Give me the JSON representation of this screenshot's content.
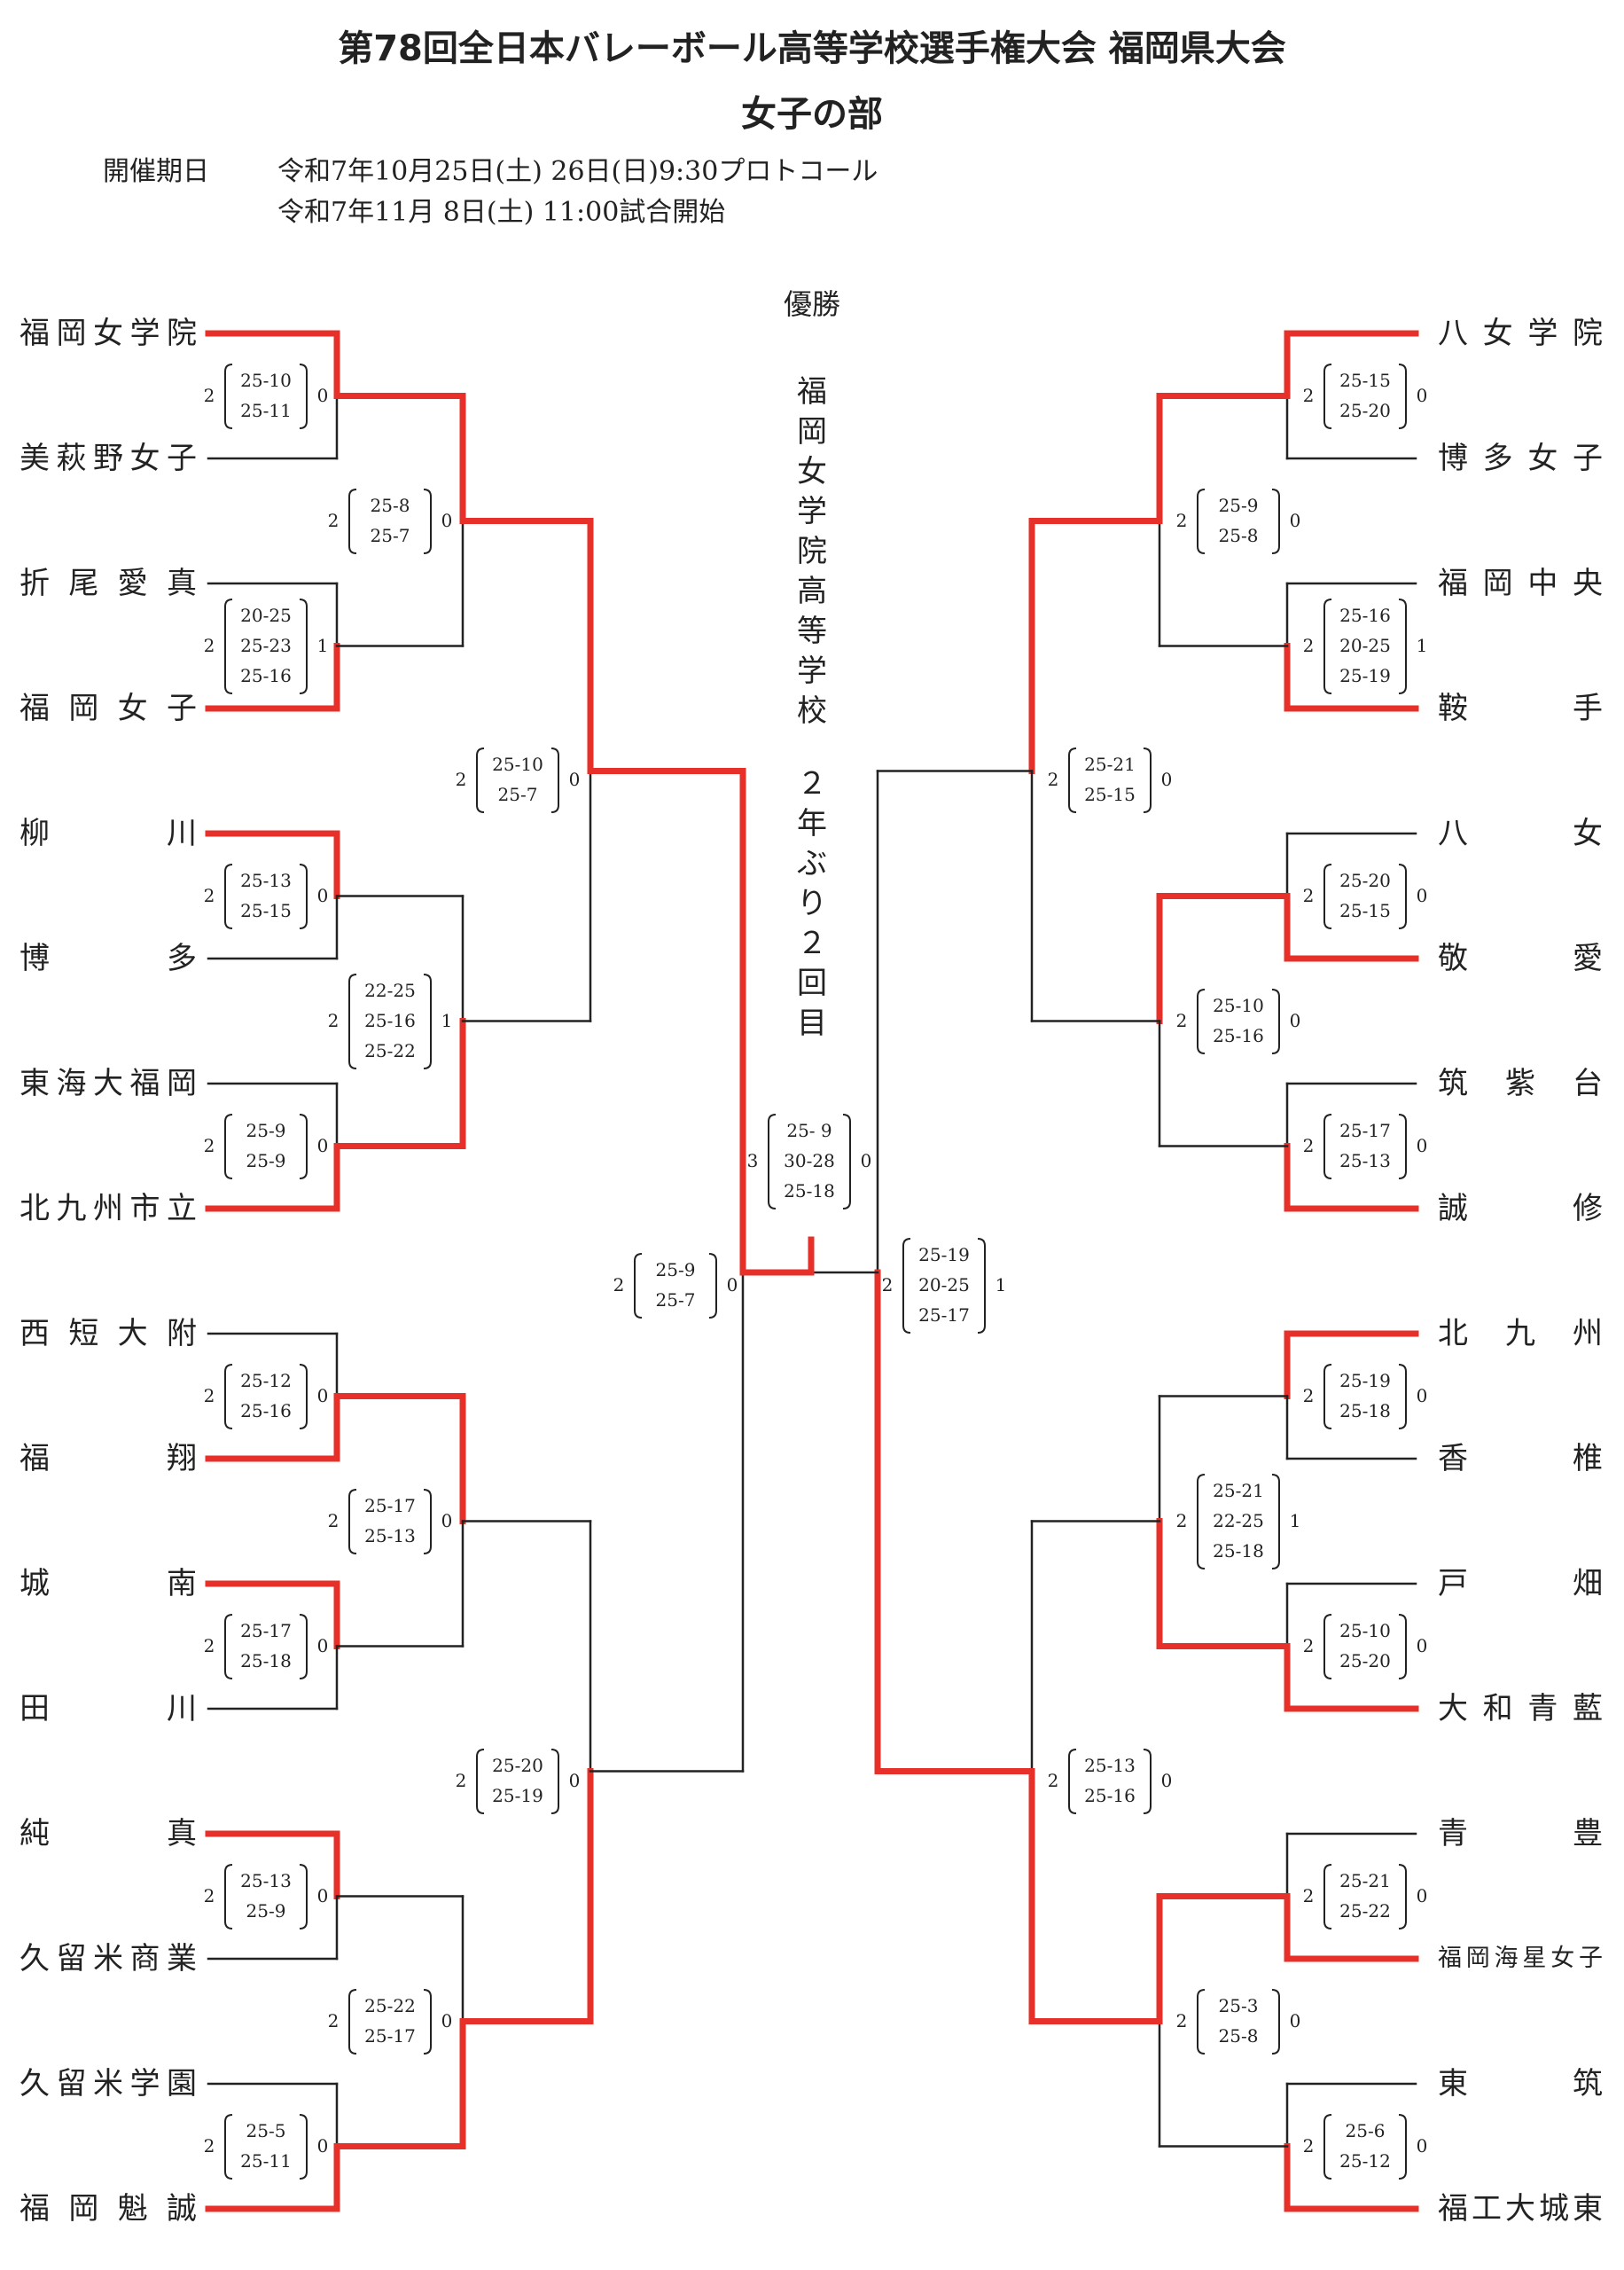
{
  "header": {
    "title": "第78回全日本バレーボール高等学校選手権大会 福岡県大会",
    "subtitle": "女子の部",
    "date_label": "開催期日",
    "date_line1": "令和7年10月25日(土) 26日(日)9:30プロトコール",
    "date_line2": "令和7年11月 8日(土) 11:00試合開始"
  },
  "champion": {
    "label": "優勝",
    "name": "福岡女学院高等学校",
    "note": "２年ぶり２回目"
  },
  "colors": {
    "winner": "#e8302a",
    "line": "#222222"
  },
  "left_teams": [
    "福岡女学院",
    "美萩野女子",
    "折尾愛真",
    "福岡女子",
    "柳川",
    "博多",
    "東海大福岡",
    "北九州市立",
    "西短大附",
    "福翔",
    "城南",
    "田川",
    "純真",
    "久留米商業",
    "久留米学園",
    "福岡魁誠"
  ],
  "right_teams": [
    "八女学院",
    "博多女子",
    "福岡中央",
    "鞍手",
    "八女",
    "敬愛",
    "筑紫台",
    "誠修",
    "北九州",
    "香椎",
    "戸畑",
    "大和青藍",
    "青豊",
    "福岡海星女子",
    "東筑",
    "福工大城東"
  ],
  "matches": {
    "L1_1": {
      "sets": [
        "25-10",
        "25-11"
      ],
      "left": "2",
      "right": "0"
    },
    "L1_2": {
      "sets": [
        "20-25",
        "25-23",
        "25-16"
      ],
      "left": "2",
      "right": "1"
    },
    "L1_3": {
      "sets": [
        "25-13",
        "25-15"
      ],
      "left": "2",
      "right": "0"
    },
    "L1_4": {
      "sets": [
        "25-9",
        "25-9"
      ],
      "left": "2",
      "right": "0"
    },
    "L1_5": {
      "sets": [
        "25-12",
        "25-16"
      ],
      "left": "2",
      "right": "0"
    },
    "L1_6": {
      "sets": [
        "25-17",
        "25-18"
      ],
      "left": "2",
      "right": "0"
    },
    "L1_7": {
      "sets": [
        "25-13",
        "25-9"
      ],
      "left": "2",
      "right": "0"
    },
    "L1_8": {
      "sets": [
        "25-5",
        "25-11"
      ],
      "left": "2",
      "right": "0"
    },
    "L2_1": {
      "sets": [
        "25-8",
        "25-7"
      ],
      "left": "2",
      "right": "0"
    },
    "L2_2": {
      "sets": [
        "22-25",
        "25-16",
        "25-22"
      ],
      "left": "2",
      "right": "1"
    },
    "L2_3": {
      "sets": [
        "25-17",
        "25-13"
      ],
      "left": "2",
      "right": "0"
    },
    "L2_4": {
      "sets": [
        "25-22",
        "25-17"
      ],
      "left": "2",
      "right": "0"
    },
    "L3_1": {
      "sets": [
        "25-10",
        "25-7"
      ],
      "left": "2",
      "right": "0"
    },
    "L3_2": {
      "sets": [
        "25-20",
        "25-19"
      ],
      "left": "2",
      "right": "0"
    },
    "L4_1": {
      "sets": [
        "25-9",
        "25-7"
      ],
      "left": "2",
      "right": "0"
    },
    "R1_1": {
      "sets": [
        "25-15",
        "25-20"
      ],
      "left": "2",
      "right": "0"
    },
    "R1_2": {
      "sets": [
        "25-16",
        "20-25",
        "25-19"
      ],
      "left": "2",
      "right": "1"
    },
    "R1_3": {
      "sets": [
        "25-20",
        "25-15"
      ],
      "left": "2",
      "right": "0"
    },
    "R1_4": {
      "sets": [
        "25-17",
        "25-13"
      ],
      "left": "2",
      "right": "0"
    },
    "R1_5": {
      "sets": [
        "25-19",
        "25-18"
      ],
      "left": "2",
      "right": "0"
    },
    "R1_6": {
      "sets": [
        "25-10",
        "25-20"
      ],
      "left": "2",
      "right": "0"
    },
    "R1_7": {
      "sets": [
        "25-21",
        "25-22"
      ],
      "left": "2",
      "right": "0"
    },
    "R1_8": {
      "sets": [
        "25-6",
        "25-12"
      ],
      "left": "2",
      "right": "0"
    },
    "R2_1": {
      "sets": [
        "25-9",
        "25-8"
      ],
      "left": "2",
      "right": "0"
    },
    "R2_2": {
      "sets": [
        "25-10",
        "25-16"
      ],
      "left": "2",
      "right": "0"
    },
    "R2_3": {
      "sets": [
        "25-21",
        "22-25",
        "25-18"
      ],
      "left": "2",
      "right": "1"
    },
    "R2_4": {
      "sets": [
        "25-3",
        "25-8"
      ],
      "left": "2",
      "right": "0"
    },
    "R3_1": {
      "sets": [
        "25-21",
        "25-15"
      ],
      "left": "2",
      "right": "0"
    },
    "R3_2": {
      "sets": [
        "25-13",
        "25-16"
      ],
      "left": "2",
      "right": "0"
    },
    "R4_1": {
      "sets": [
        "25-19",
        "20-25",
        "25-17"
      ],
      "left": "2",
      "right": "1"
    },
    "F": {
      "sets": [
        "25- 9",
        "30-28",
        "25-18"
      ],
      "left": "3",
      "right": "0"
    }
  }
}
